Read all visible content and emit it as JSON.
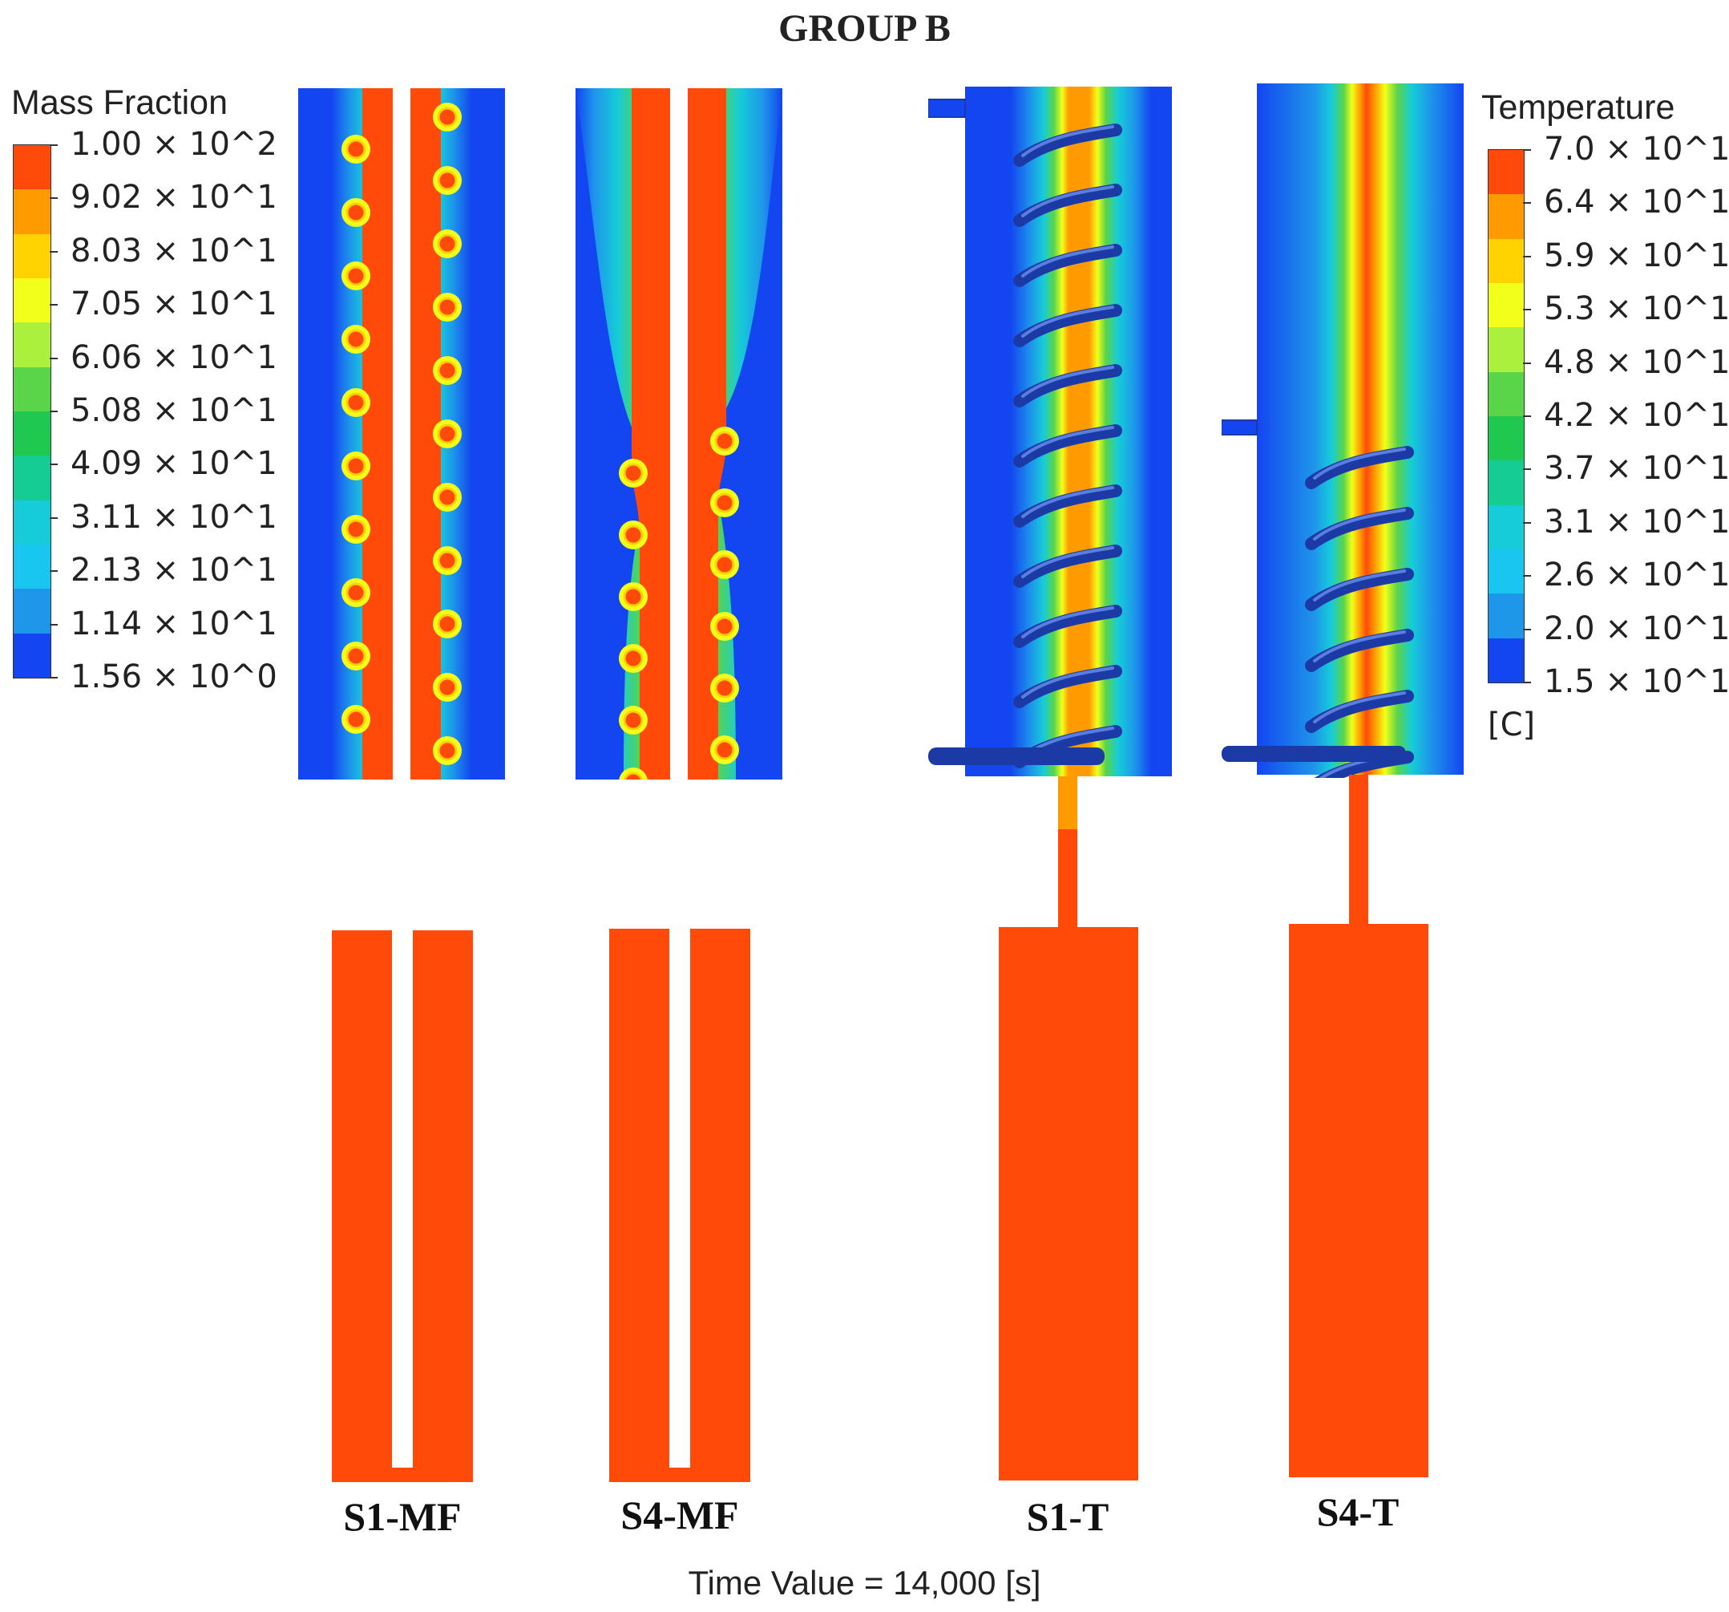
{
  "title": "GROUP B",
  "legend_mass_fraction": {
    "title": "Mass Fraction",
    "ticks": [
      "1.00 × 10^2",
      "9.02 × 10^1",
      "8.03 × 10^1",
      "7.05 × 10^1",
      "6.06 × 10^1",
      "5.08 × 10^1",
      "4.09 × 10^1",
      "3.11 × 10^1",
      "2.13 × 10^1",
      "1.14 × 10^1",
      "1.56 × 10^0"
    ],
    "colors": [
      "#ff4a0a",
      "#ff9a00",
      "#ffd200",
      "#f2ff1a",
      "#aaf03c",
      "#5ad54a",
      "#1fc84e",
      "#16cc95",
      "#16ccd8",
      "#19c6f0",
      "#1e96ea",
      "#1345f0"
    ]
  },
  "legend_temperature": {
    "title": "Temperature",
    "unit": "[C]",
    "ticks": [
      "7.0 × 10^1",
      "6.4 × 10^1",
      "5.9 × 10^1",
      "5.3 × 10^1",
      "4.8 × 10^1",
      "4.2 × 10^1",
      "3.7 × 10^1",
      "3.1 × 10^1",
      "2.6 × 10^1",
      "2.0 × 10^1",
      "1.5 × 10^1"
    ],
    "colors": [
      "#ff4a0a",
      "#ff9a00",
      "#ffd200",
      "#f2ff1a",
      "#aaf03c",
      "#5ad54a",
      "#1fc84e",
      "#16cc95",
      "#16ccd8",
      "#19c6f0",
      "#1e96ea",
      "#1345f0"
    ]
  },
  "captions": [
    "S1-MF",
    "S4-MF",
    "S1-T",
    "S4-T"
  ],
  "time_value": "Time Value = 14,000 [s]",
  "colors": {
    "hot": "#ff4a0a",
    "cold": "#1345f0",
    "tube": "#1b3aa6"
  }
}
